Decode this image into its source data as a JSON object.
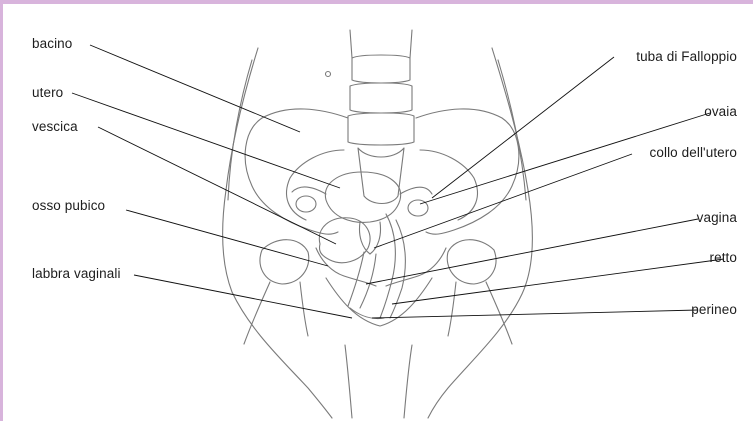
{
  "colors": {
    "frame_border": "#d8b4dc",
    "sketch_stroke": "#7a7a7a",
    "leader_line": "#111111",
    "label_text": "#1d1d1d"
  },
  "labels": {
    "left": [
      "bacino",
      "utero",
      "vescica",
      "osso pubico",
      "labbra vaginali"
    ],
    "right": [
      "tuba di Falloppio",
      "ovaia",
      "collo dell'utero",
      "vagina",
      "retto",
      "perineo"
    ]
  }
}
